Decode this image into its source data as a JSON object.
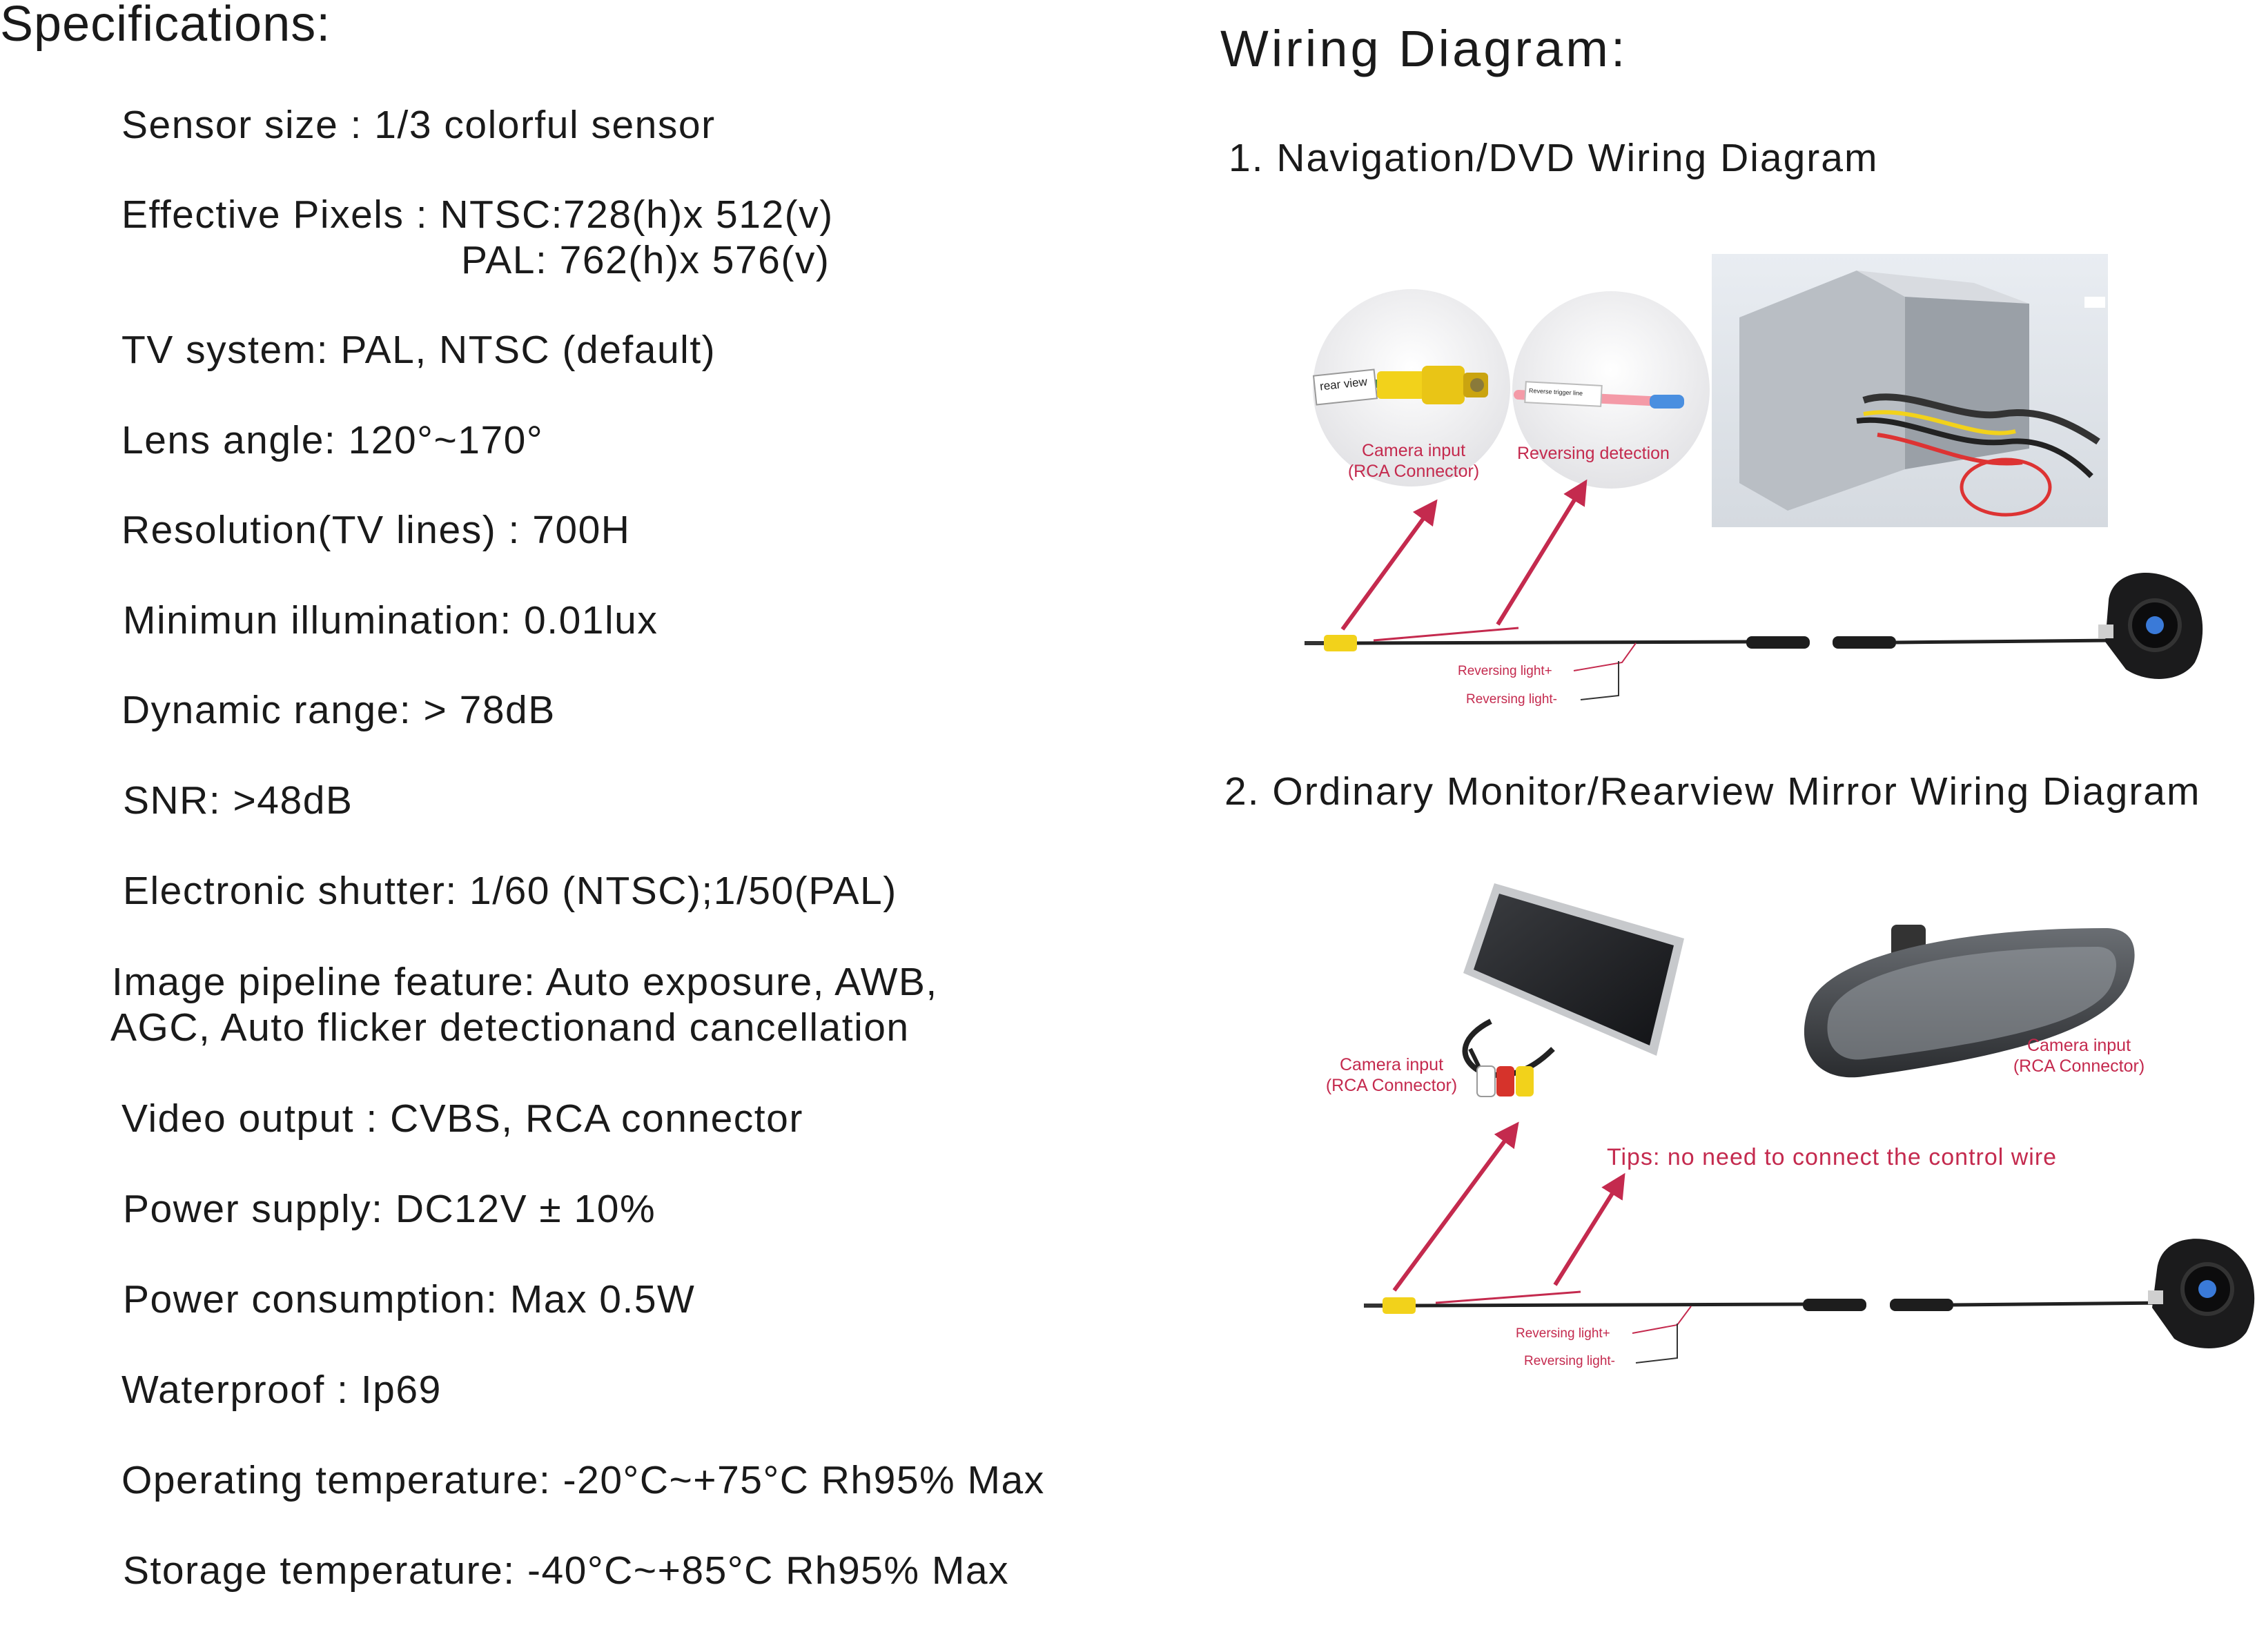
{
  "specs": {
    "title": "Specifications:",
    "sensor": "Sensor size : 1/3 colorful sensor",
    "pixels_ntsc": "Effective Pixels : NTSC:728(h)x 512(v)",
    "pixels_pal": "PAL:  762(h)x 576(v)",
    "tv_system": "TV system: PAL, NTSC (default)",
    "lens_angle": "Lens angle: 120°~170°",
    "resolution": "Resolution(TV lines) : 700H",
    "illumination": "Minimun illumination: 0.01lux",
    "dynamic_range": "Dynamic range: > 78dB",
    "snr": "SNR:  >48dB",
    "shutter": "Electronic shutter: 1/60 (NTSC);1/50(PAL)",
    "pipeline_1": "Image pipeline feature: Auto exposure, AWB,",
    "pipeline_2": "AGC, Auto flicker detectionand cancellation",
    "video_output": "Video output : CVBS, RCA connector",
    "power_supply": "Power supply: DC12V ± 10%",
    "power_consumption": "Power consumption: Max 0.5W",
    "waterproof": "Waterproof : Ip69",
    "operating_temp": "Operating temperature: -20°C~+75°C  Rh95% Max",
    "storage_temp": "Storage temperature: -40°C~+85°C  Rh95% Max"
  },
  "wiring": {
    "title": "Wiring  Diagram:",
    "nav_title": "1. Navigation/DVD  Wiring  Diagram",
    "rear_view_tag": "rear view",
    "trigger_tag": "Reverse trigger line",
    "camera_input_1": "Camera input",
    "rca_connector_1": "(RCA Connector)",
    "reversing_detection": "Reversing detection",
    "reversing_light_plus_1": "Reversing light+",
    "reversing_light_minus_1": "Reversing light-",
    "monitor_title": "2. Ordinary Monitor/Rearview Mirror Wiring Diagram",
    "camera_input_2": "Camera input",
    "rca_connector_2": "(RCA Connector)",
    "camera_input_3": "Camera input",
    "rca_connector_3": "(RCA Connector)",
    "tips": "Tips: no need to connect the control wire",
    "reversing_light_plus_2": "Reversing light+",
    "reversing_light_minus_2": "Reversing light-"
  },
  "colors": {
    "accent_red": "#c42a4e",
    "rca_yellow": "#f2d21b",
    "rca_red": "#d6332b"
  }
}
